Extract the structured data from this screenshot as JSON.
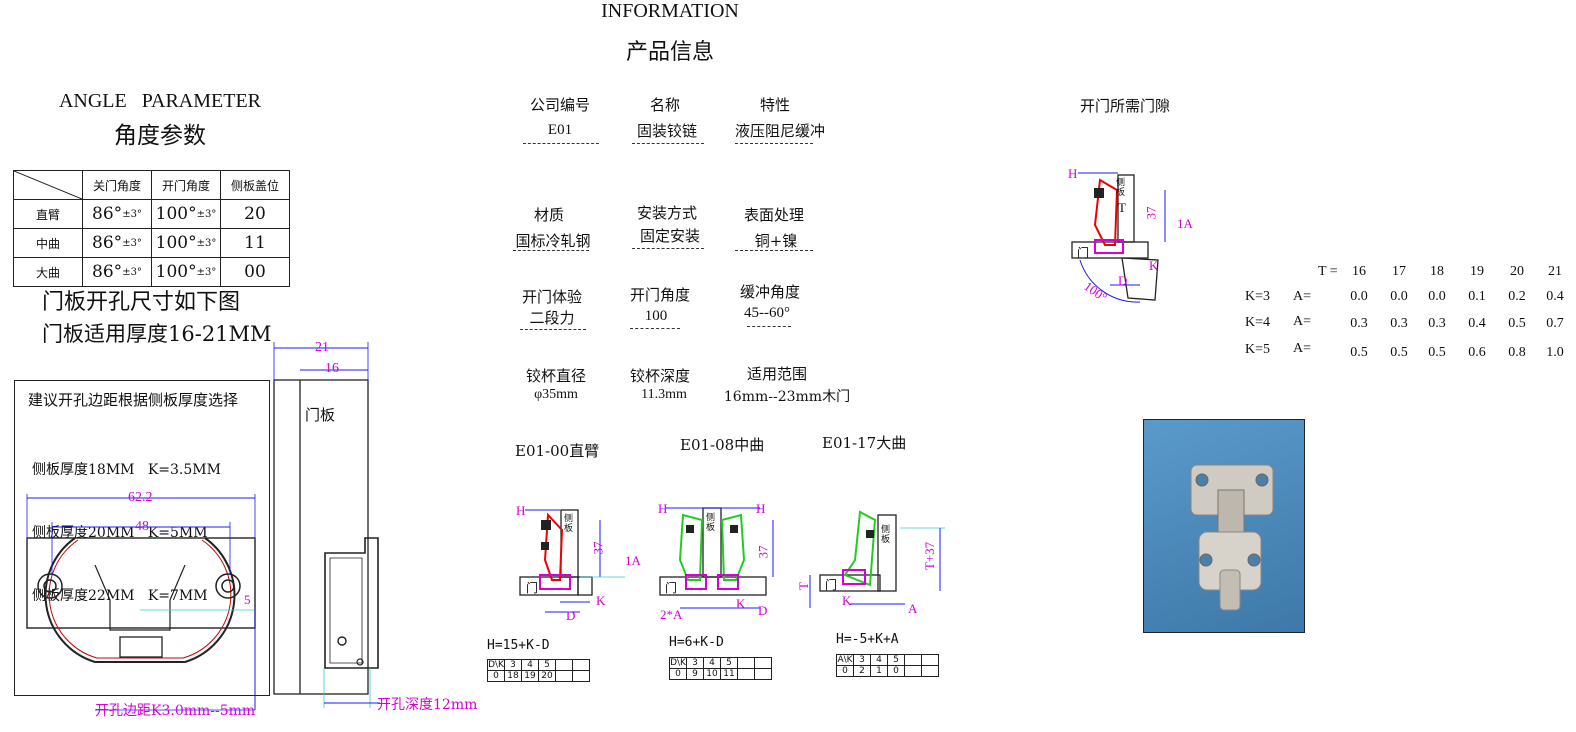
{
  "header": {
    "title_en": "INFORMATION",
    "title_cn": "产品信息"
  },
  "angle": {
    "title_en": "ANGLE   PARAMETER",
    "title_cn": "角度参数",
    "cols": [
      "关门角度",
      "开门角度",
      "侧板盖位"
    ],
    "rows": [
      {
        "name": "直臂",
        "close": "86°",
        "close_tol": "±3°",
        "open": "100°",
        "open_tol": "±3°",
        "cover": "20"
      },
      {
        "name": "中曲",
        "close": "86°",
        "close_tol": "±3°",
        "open": "100°",
        "open_tol": "±3°",
        "cover": "11"
      },
      {
        "name": "大曲",
        "close": "86°",
        "close_tol": "±3°",
        "open": "100°",
        "open_tol": "±3°",
        "cover": "00"
      }
    ]
  },
  "door": {
    "line1": "门板开孔尺寸如下图",
    "line2": "门板适用厚度16-21MM",
    "advice_title": "建议开孔边距根据侧板厚度选择",
    "advice": [
      "侧板厚度18MM   K=3.5MM",
      "侧板厚度20MM   K=5MM",
      "侧板厚度22MM   K=7MM"
    ],
    "dim_62": "62.2",
    "dim_48": "48",
    "dim_5": "5",
    "dim_21": "21",
    "dim_16": "16",
    "panel_label": "门板",
    "edge_label": "开孔边距K3.0mm--5mm",
    "depth_label": "开孔深度12mm"
  },
  "info": {
    "row1": [
      {
        "label": "公司编号",
        "value": "E01"
      },
      {
        "label": "名称",
        "value": "固装铰链"
      },
      {
        "label": "特性",
        "value": "液压阻尼缓冲"
      }
    ],
    "row2": [
      {
        "label": "材质",
        "value": "国标冷轧钢"
      },
      {
        "label": "安装方式",
        "value": "固定安装"
      },
      {
        "label": "表面处理",
        "value": "铜+镍"
      }
    ],
    "row3": [
      {
        "label": "开门体验",
        "value": "二段力"
      },
      {
        "label": "开门角度",
        "value": "100"
      },
      {
        "label": "缓冲角度",
        "value": "45--60°"
      }
    ],
    "row4": [
      {
        "label": "铰杯直径",
        "value": "φ35mm"
      },
      {
        "label": "铰杯深度",
        "value": "11.3mm"
      },
      {
        "label": "适用范围",
        "value": "16mm--23mm木门"
      }
    ]
  },
  "models": [
    {
      "name": "E01-00直臂",
      "formula": "H=15+K-D",
      "ks": [
        "3",
        "4",
        "5"
      ],
      "vals": [
        "0",
        "18",
        "19",
        "20"
      ]
    },
    {
      "name": "E01-08中曲",
      "formula": "H=6+K-D",
      "ks": [
        "3",
        "4",
        "5"
      ],
      "vals": [
        "0",
        "9",
        "10",
        "11"
      ]
    },
    {
      "name": "E01-17大曲",
      "formula": "H=-5+K+A",
      "ks": [
        "3",
        "4",
        "5"
      ],
      "vals": [
        "0",
        "2",
        "1",
        "0"
      ]
    }
  ],
  "diagram_labels": {
    "H": "H",
    "K": "K",
    "D": "D",
    "A": "A",
    "T": "T",
    "dim37": "37",
    "dimT37": "T+37",
    "1A": "1A",
    "2A": "2*A",
    "side": "侧板",
    "door": "门",
    "angle100": "100°"
  },
  "gap": {
    "title": "开门所需门隙",
    "t_label": "T =",
    "t_values": [
      "16",
      "17",
      "18",
      "19",
      "20",
      "21"
    ],
    "rows": [
      {
        "k": "K=3",
        "a": "A=",
        "vals": [
          "0.0",
          "0.0",
          "0.0",
          "0.1",
          "0.2",
          "0.4"
        ]
      },
      {
        "k": "K=4",
        "a": "A=",
        "vals": [
          "0.3",
          "0.3",
          "0.3",
          "0.4",
          "0.5",
          "0.7"
        ]
      },
      {
        "k": "K=5",
        "a": "A=",
        "vals": [
          "0.5",
          "0.5",
          "0.5",
          "0.6",
          "0.8",
          "1.0"
        ]
      }
    ]
  },
  "colors": {
    "accent": "#d400d4",
    "dim_blue": "#1a1aff",
    "photo_bg": "#4f8fc0"
  }
}
